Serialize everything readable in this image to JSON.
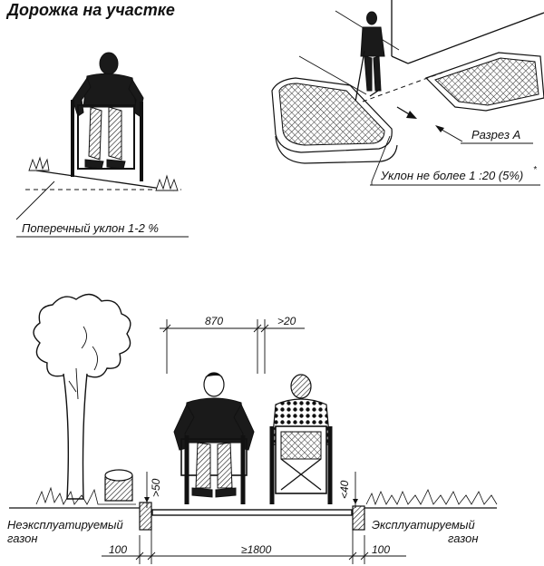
{
  "title": "Дорожка на участке",
  "labels": {
    "cross_slope": "Поперечный уклон 1-2 %",
    "section_a": "Разрез А",
    "slope": "Уклон не более 1 :20 (5%)",
    "slope_mark": "*",
    "left_lawn_line1": "Неэксплуатируемый",
    "left_lawn_line2": "газон",
    "right_lawn_line1": "Эксплуатируемый",
    "right_lawn_line2": "газон"
  },
  "dimensions": {
    "wheelchair_width": "870",
    "clearance": ">20",
    "curb_height_left": ">50",
    "curb_height_right": "<40",
    "path_width": "≥1800",
    "curb_left_width": "100",
    "curb_right_width": "100"
  },
  "colors": {
    "ink": "#111111",
    "paper": "#ffffff",
    "hatch": "#555555"
  }
}
